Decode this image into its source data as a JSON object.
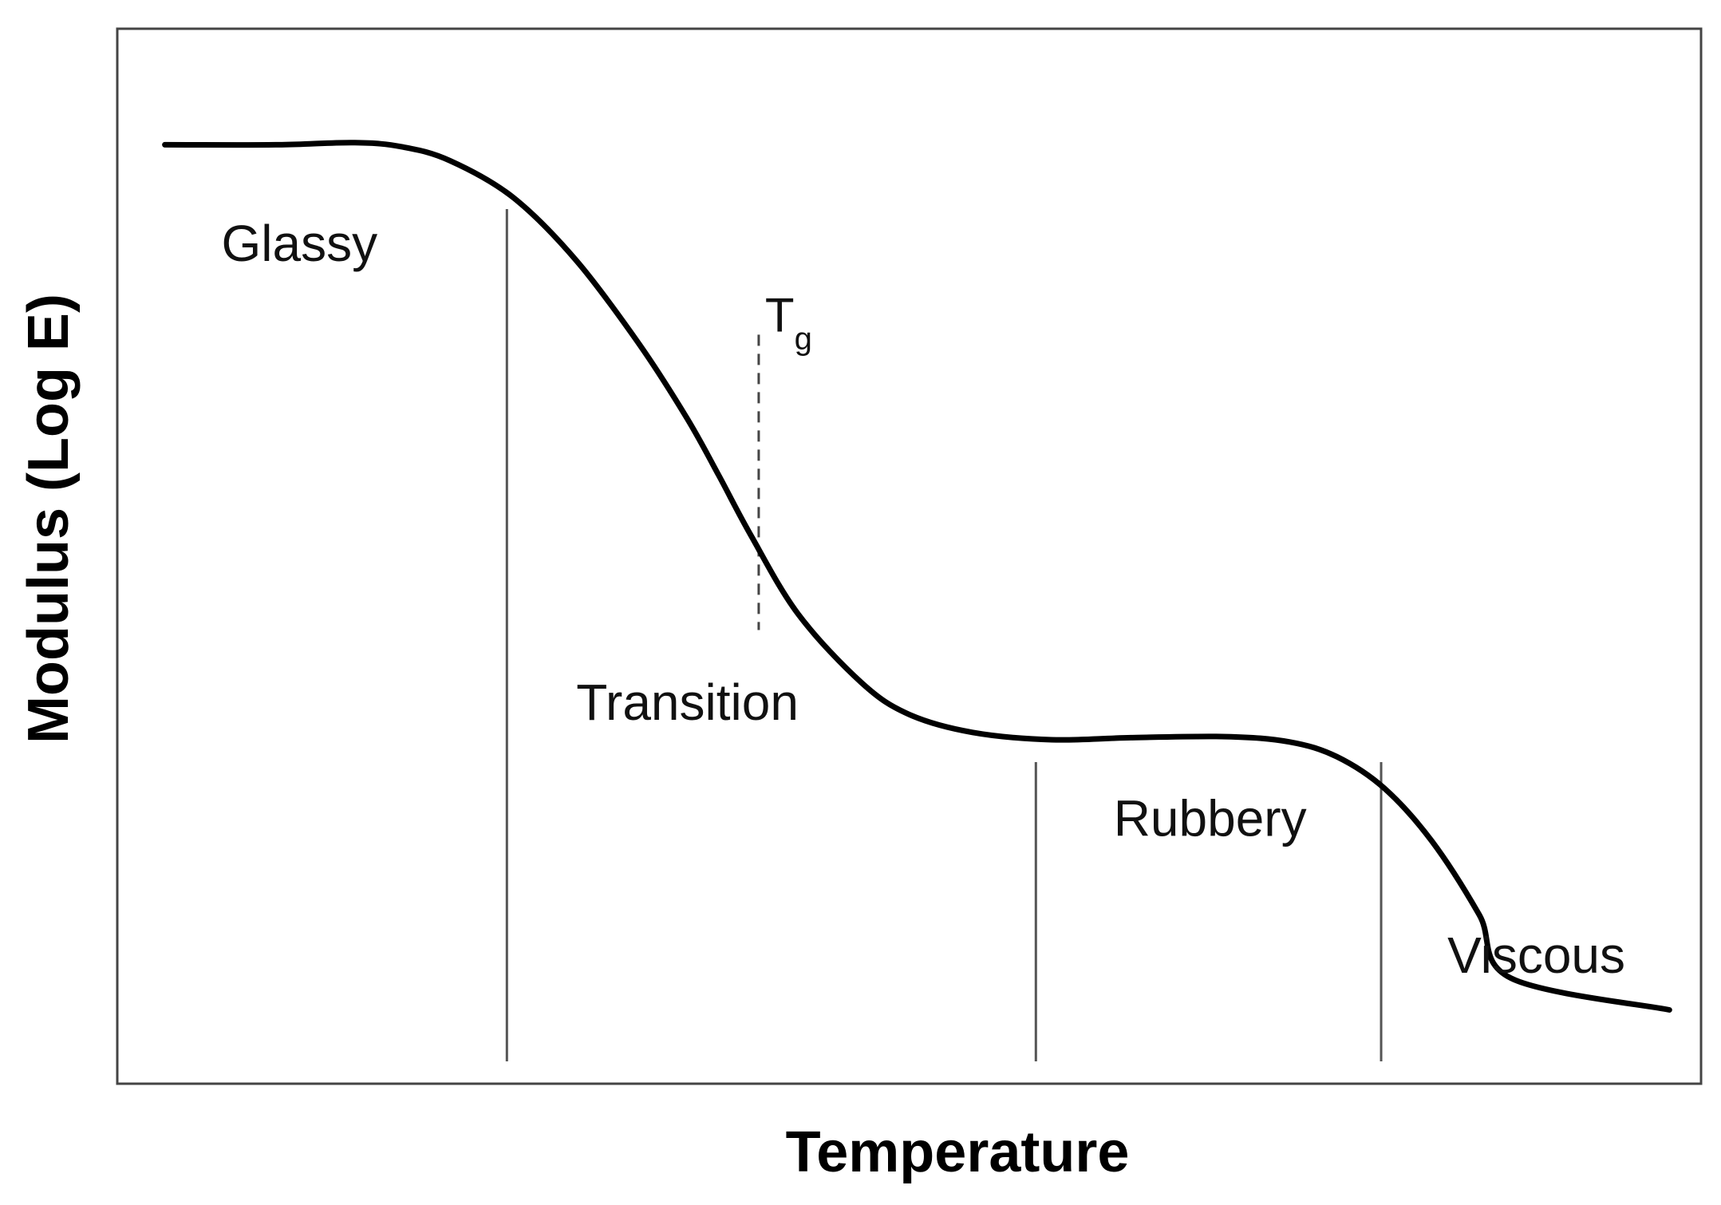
{
  "chart_data": {
    "type": "line",
    "xlabel": "Temperature",
    "ylabel": "Modulus (Log E)",
    "xlim": [
      0,
      100
    ],
    "ylim": [
      0,
      100
    ],
    "grid": false,
    "series": [
      {
        "points": [
          [
            3,
            89
          ],
          [
            10,
            89
          ],
          [
            15,
            89.2
          ],
          [
            18,
            88.8
          ],
          [
            21,
            87.5
          ],
          [
            25,
            84
          ],
          [
            29,
            78
          ],
          [
            33,
            70
          ],
          [
            36,
            63
          ],
          [
            38,
            57.6
          ],
          [
            40,
            52
          ],
          [
            43,
            44.5
          ],
          [
            47,
            38
          ],
          [
            50,
            35
          ],
          [
            54,
            33.3
          ],
          [
            59,
            32.6
          ],
          [
            64,
            32.8
          ],
          [
            70,
            32.9
          ],
          [
            74,
            32.4
          ],
          [
            77,
            31
          ],
          [
            80,
            28
          ],
          [
            83,
            23
          ],
          [
            86,
            16
          ],
          [
            88,
            10
          ],
          [
            98,
            7
          ]
        ]
      }
    ],
    "region_boundaries": [
      24.6,
      58,
      79.8
    ],
    "regions": [
      {
        "label": "Glassy",
        "x": 11.5,
        "y": 78
      },
      {
        "label": "Transition",
        "x": 36,
        "y": 34.5
      },
      {
        "label": "Rubbery",
        "x": 69,
        "y": 23.5
      },
      {
        "label": "Viscous",
        "x": 89.6,
        "y": 10.5
      }
    ],
    "tg": {
      "label": "T",
      "subscript": "g",
      "x": 40.5,
      "ylim": [
        43,
        71
      ]
    },
    "line_color": "#000000",
    "boundary_color": "#555555",
    "frame_color": "#444444"
  }
}
